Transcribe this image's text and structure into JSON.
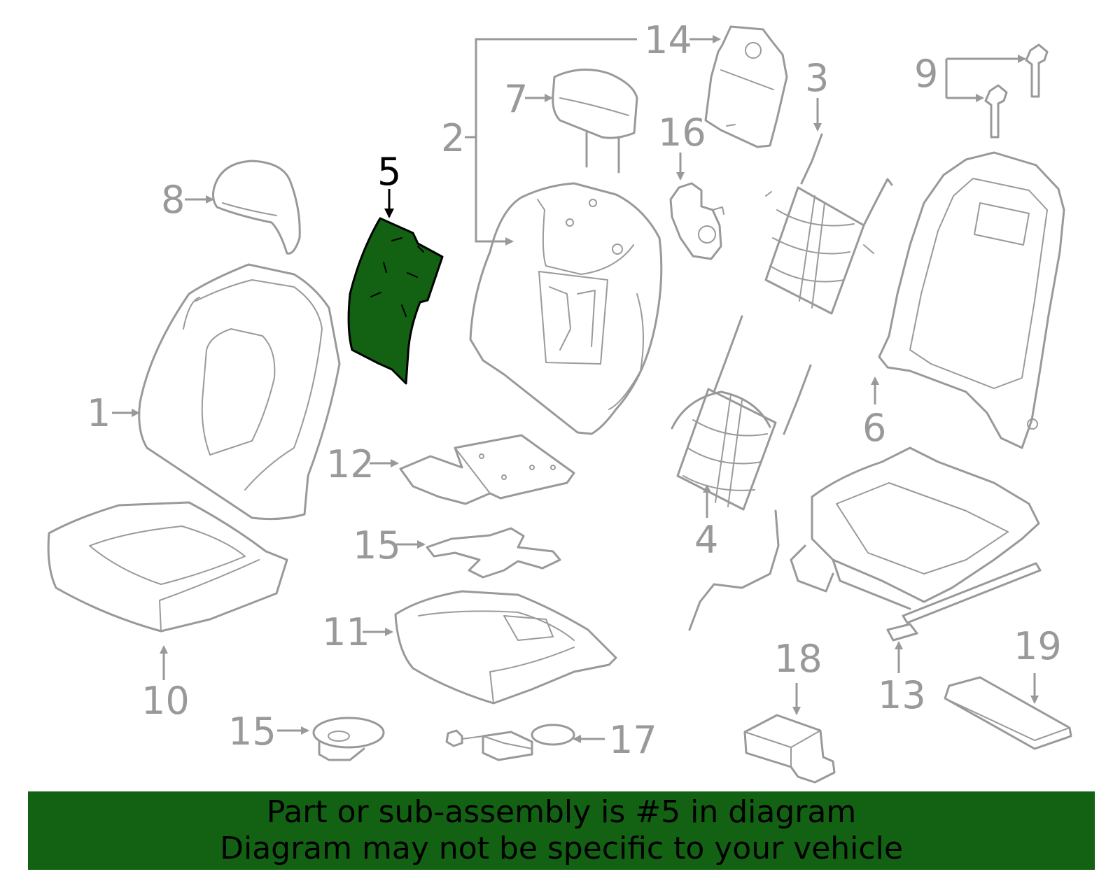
{
  "highlight_color": "#136113",
  "line_color": "#999999",
  "callouts": {
    "c1": "1",
    "c2": "2",
    "c3": "3",
    "c4": "4",
    "c5": "5",
    "c6": "6",
    "c7": "7",
    "c8": "8",
    "c9": "9",
    "c10": "10",
    "c11": "11",
    "c12": "12",
    "c13": "13",
    "c14": "14",
    "c15a": "15",
    "c15b": "15",
    "c16": "16",
    "c17": "17",
    "c18": "18",
    "c19": "19"
  },
  "highlighted_part": "5",
  "banner": {
    "line1": "Part or sub-assembly is #5 in diagram",
    "line2": "Diagram may not be specific to your vehicle"
  }
}
